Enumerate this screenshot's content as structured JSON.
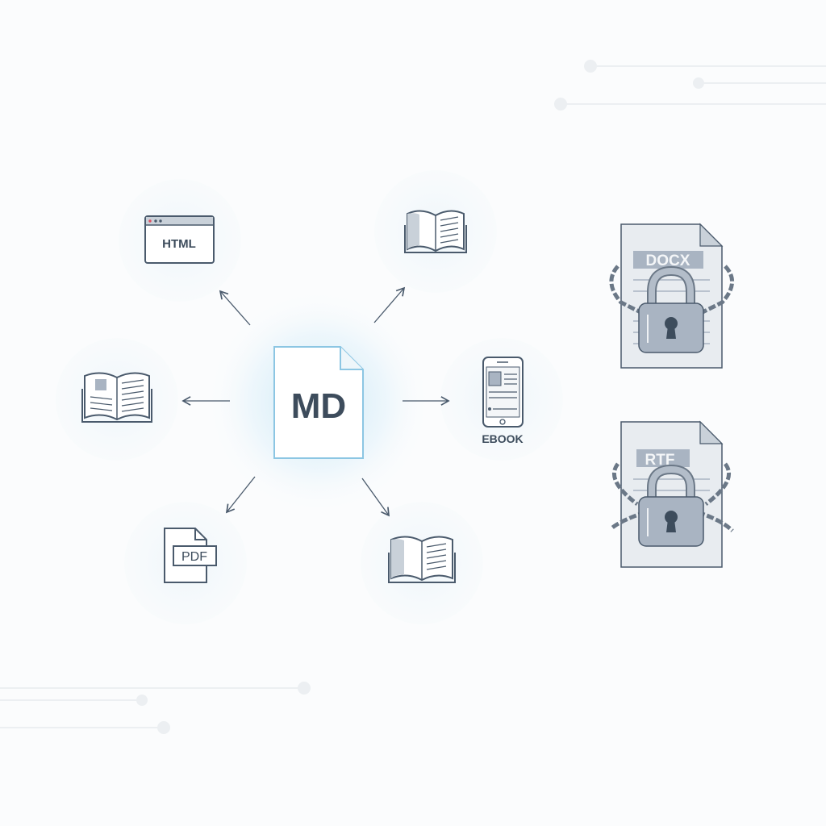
{
  "center": {
    "label": "MD"
  },
  "outputs": {
    "html": {
      "label": "HTML"
    },
    "ebook": {
      "label": "EBOOK"
    },
    "pdf": {
      "label": "PDF"
    }
  },
  "locked": [
    {
      "label": "DOCX"
    },
    {
      "label": "RTF"
    }
  ],
  "colors": {
    "stroke": "#4a5a6c",
    "glow": "#bfe3f5",
    "accent_border": "#8cc6e3",
    "lock": "#a9b4c2",
    "locked_doc": "#e8ecf0"
  }
}
